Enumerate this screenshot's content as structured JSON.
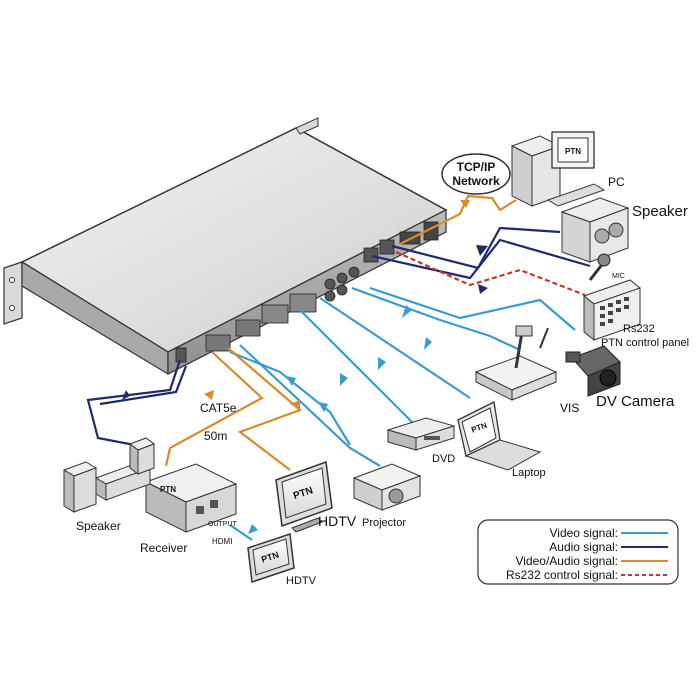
{
  "labels": {
    "tcp_ip": "TCP/IP",
    "network": "Network",
    "pc": "PC",
    "speaker_top": "Speaker",
    "mic": "MIC",
    "rs232_panel_1": "Rs232",
    "rs232_panel_2": "PTN control panel",
    "dv_camera": "DV Camera",
    "vis": "VIS",
    "dvd": "DVD",
    "laptop": "Laptop",
    "cat5e": "CAT5e",
    "distance": "50m",
    "speaker_bottom": "Speaker",
    "receiver": "Receiver",
    "output": "OUTPUT",
    "hdmi": "HDMI",
    "hdtv_small": "HDTV",
    "hdtv_large": "HDTV",
    "projector": "Projector",
    "brand": "PTN"
  },
  "legend": [
    {
      "label": "Video signal:",
      "color": "#3a9bd0",
      "style": "solid"
    },
    {
      "label": "Audio signal:",
      "color": "#1f2a6b",
      "style": "solid"
    },
    {
      "label": "Video/Audio signal:",
      "color": "#d98a2b",
      "style": "solid"
    },
    {
      "label": "Rs232 control signal:",
      "color": "#c0392b",
      "style": "dashed"
    }
  ]
}
